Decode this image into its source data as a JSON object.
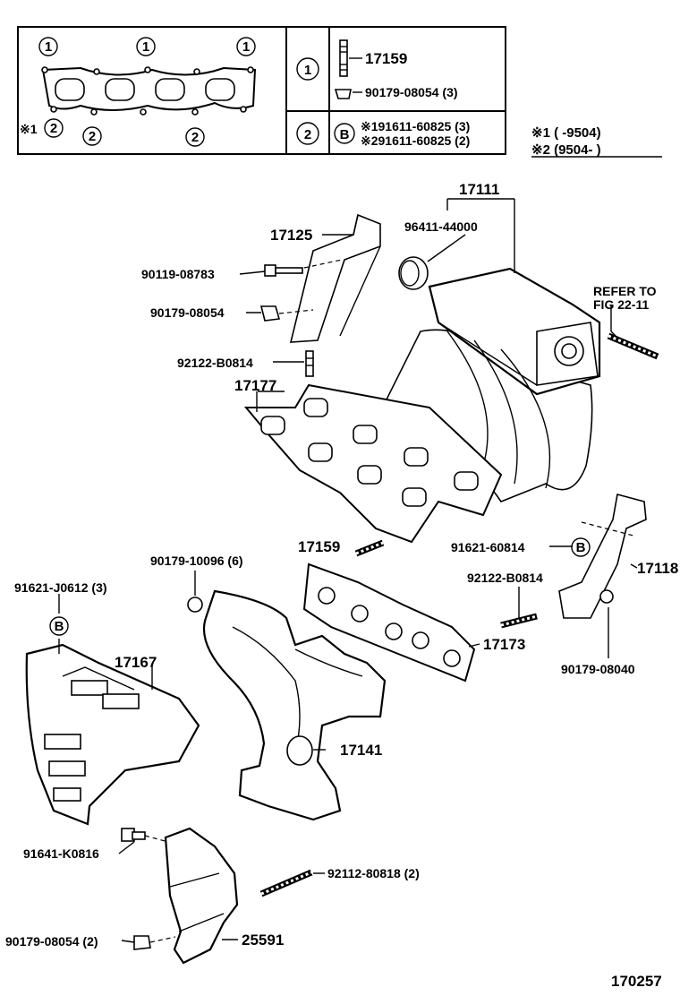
{
  "legend": {
    "circle1": "1",
    "circle2": "2",
    "circleB": "B",
    "mark1": "※1",
    "row1_part": "17159",
    "row1_nut": "90179-08054 (3)",
    "row2_a": "※191611-60825 (3)",
    "row2_b": "※291611-60825 (2)"
  },
  "notes": {
    "note1": "※1 (       -9504)",
    "note2": "※2 (9504-        )"
  },
  "parts": {
    "p17111": "17111",
    "p96411": "96411-44000",
    "p17125": "17125",
    "p90119": "90119-08783",
    "p90179a": "90179-08054",
    "p92122a": "92122-B0814",
    "p17177": "17177",
    "refer1": "REFER TO",
    "refer2": "FIG 22-11",
    "p17159": "17159",
    "p90179b": "90179-10096 (6)",
    "p91621j": "91621-J0612 (3)",
    "p91621s": "91621-60814",
    "p92122b": "92122-B0814",
    "p17118": "17118",
    "p17173": "17173",
    "p90179c": "90179-08040",
    "p17167": "17167",
    "p17141": "17141",
    "p91641": "91641-K0816",
    "p92112": "92112-80818 (2)",
    "p90179d": "90179-08054 (2)",
    "p25591": "25591",
    "figno": "170257"
  }
}
